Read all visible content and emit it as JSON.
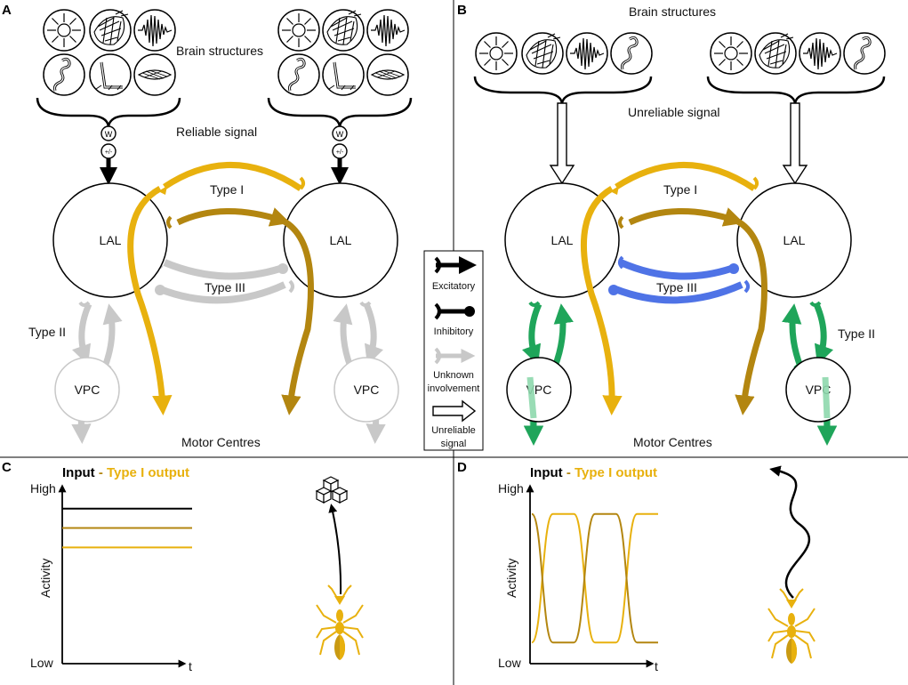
{
  "panels": {
    "a": "A",
    "b": "B",
    "c": "C",
    "d": "D"
  },
  "panel_a": {
    "brain_structures": "Brain structures",
    "reliable_signal": "Reliable signal",
    "type_i": "Type I",
    "type_ii": "Type II",
    "type_iii": "Type III",
    "lal_left": "LAL",
    "lal_right": "LAL",
    "vpc_left": "VPC",
    "vpc_right": "VPC",
    "motor_centres": "Motor Centres",
    "weight_symbol": "W",
    "sign_symbol": "+/-"
  },
  "panel_b": {
    "brain_structures": "Brain structures",
    "unreliable_signal": "Unreliable signal",
    "type_i": "Type I",
    "type_ii": "Type II",
    "type_iii": "Type III",
    "lal_left": "LAL",
    "lal_right": "LAL",
    "vpc_left": "VPC",
    "vpc_right": "VPC",
    "motor_centres": "Motor Centres"
  },
  "legend": {
    "excitatory": "Excitatory",
    "inhibitory": "Inhibitory",
    "unknown_line1": "Unknown",
    "unknown_line2": "involvement",
    "unreliable_line1": "Unreliable",
    "unreliable_line2": "signal"
  },
  "colors": {
    "type_i": "#E8B10E",
    "type_i_dark": "#B38610",
    "type_ii_known": "#1FA55A",
    "type_ii_light": "#8FD9AE",
    "type_iii_known": "#4F73E6",
    "unknown": "#C8C8C8",
    "black": "#000000"
  },
  "panel_c": {
    "title_input": "Input",
    "title_dash": " - ",
    "title_output": "Type I output",
    "y_high": "High",
    "y_low": "Low",
    "y_axis": "Activity",
    "x_axis": "t"
  },
  "panel_d": {
    "title_input": "Input",
    "title_dash": " - ",
    "title_output": "Type I output",
    "y_high": "High",
    "y_low": "Low",
    "y_axis": "Activity",
    "x_axis": "t"
  },
  "chart_data": [
    {
      "type": "line",
      "panel": "C",
      "title": "Input - Type I output",
      "xlabel": "t",
      "ylabel": "Activity",
      "y_ticks": [
        "Low",
        "High"
      ],
      "ylim": [
        0,
        1
      ],
      "series": [
        {
          "name": "Input",
          "color": "#000000",
          "x": [
            0,
            1
          ],
          "y": [
            0.88,
            0.88
          ]
        },
        {
          "name": "Type I output (dark)",
          "color": "#B38610",
          "x": [
            0,
            1
          ],
          "y": [
            0.77,
            0.77
          ]
        },
        {
          "name": "Type I output (light)",
          "color": "#E8B10E",
          "x": [
            0,
            1
          ],
          "y": [
            0.66,
            0.66
          ]
        }
      ]
    },
    {
      "type": "line",
      "panel": "D",
      "title": "Input - Type I output",
      "xlabel": "t",
      "ylabel": "Activity",
      "y_ticks": [
        "Low",
        "High"
      ],
      "ylim": [
        0,
        1
      ],
      "series": [
        {
          "name": "Type I output (light)",
          "color": "#E8B10E",
          "x": [
            0,
            0.5,
            1,
            1.5,
            2,
            2.5,
            3
          ],
          "y": [
            0.12,
            0.85,
            0.85,
            0.12,
            0.12,
            0.85,
            0.85
          ]
        },
        {
          "name": "Type I output (dark)",
          "color": "#B38610",
          "x": [
            0,
            0.5,
            1,
            1.5,
            2,
            2.5,
            3
          ],
          "y": [
            0.85,
            0.12,
            0.12,
            0.85,
            0.85,
            0.12,
            0.12
          ]
        }
      ]
    }
  ]
}
